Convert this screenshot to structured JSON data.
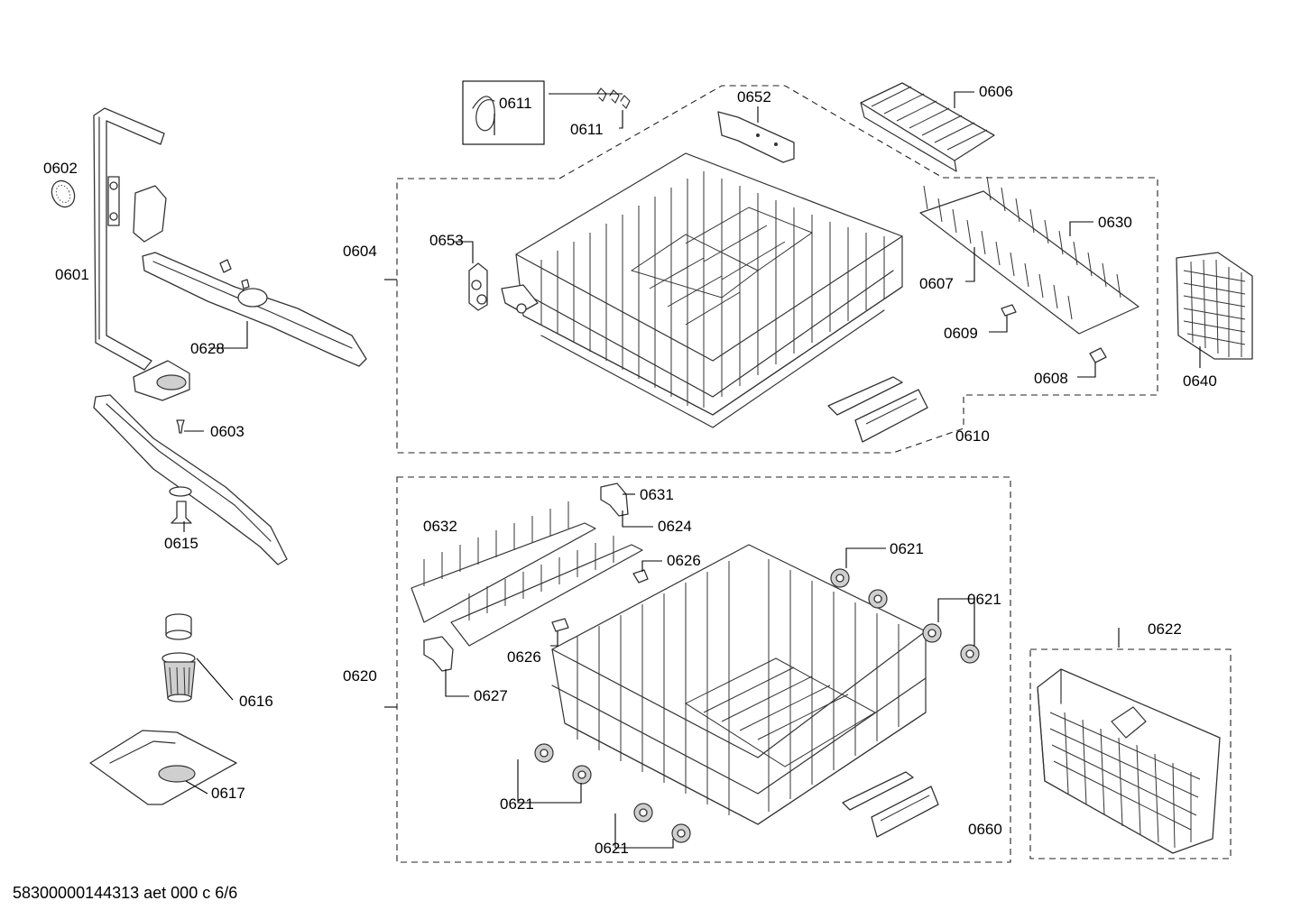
{
  "diagram": {
    "labels": {
      "l0601": "0601",
      "l0602": "0602",
      "l0603": "0603",
      "l0604": "0604",
      "l0606": "0606",
      "l0607": "0607",
      "l0608": "0608",
      "l0609": "0609",
      "l0610": "0610",
      "l0611a": "0611",
      "l0611b": "0611",
      "l0615": "0615",
      "l0616": "0616",
      "l0617": "0617",
      "l0620": "0620",
      "l0621a": "0621",
      "l0621b": "0621",
      "l0621c": "0621",
      "l0621d": "0621",
      "l0622": "0622",
      "l0624": "0624",
      "l0626a": "0626",
      "l0626b": "0626",
      "l0627": "0627",
      "l0628": "0628",
      "l0630": "0630",
      "l0631": "0631",
      "l0632": "0632",
      "l0640": "0640",
      "l0652": "0652",
      "l0653": "0653",
      "l0660": "0660"
    }
  },
  "footer": {
    "doc_id": "58300000144313 aet 000 c 6/6"
  }
}
